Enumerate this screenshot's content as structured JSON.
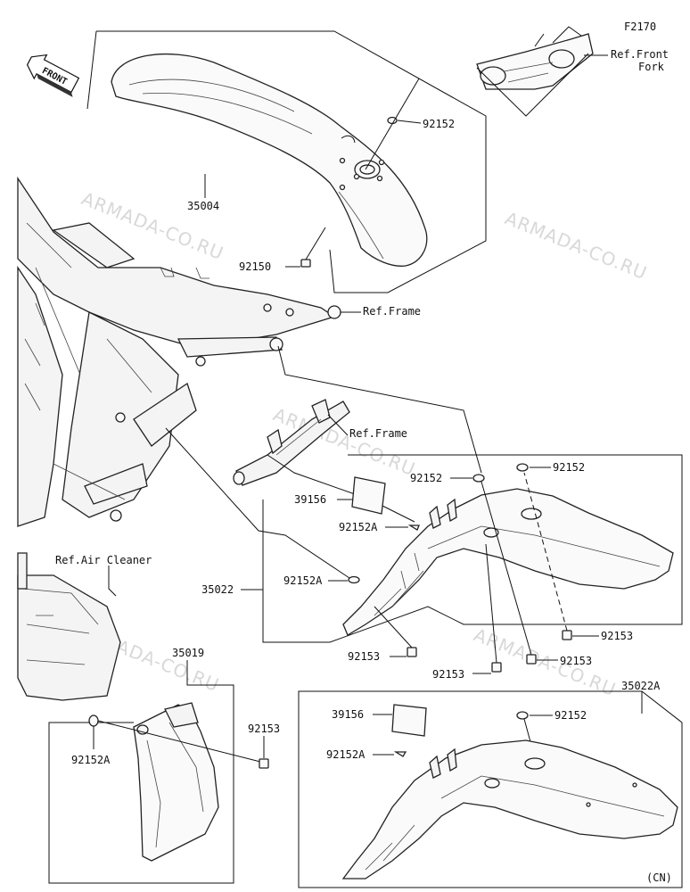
{
  "diagram_code": "F2170",
  "front_arrow": "FRONT",
  "region_tag": "(CN)",
  "watermark": "ARMADA-CO.RU",
  "labels": {
    "ref_front_fork": "Ref.Front\nFork",
    "ref_frame_1": "Ref.Frame",
    "ref_frame_2": "Ref.Frame",
    "ref_air_cleaner": "Ref.Air Cleaner",
    "p35004": "35004",
    "p92152_top": "92152",
    "p92150": "92150",
    "p39156_a": "39156",
    "p92152_mid_l": "92152",
    "p92152_mid_r": "92152",
    "p92152A_1": "92152A",
    "p92152A_2": "92152A",
    "p35022": "35022",
    "p92153_a": "92153",
    "p92153_b": "92153",
    "p92153_c": "92153",
    "p92153_d": "92153",
    "p35019": "35019",
    "p92153_e": "92153",
    "p92152A_3": "92152A",
    "p35022A": "35022A",
    "p39156_b": "39156",
    "p92152_low": "92152",
    "p92152A_4": "92152A"
  },
  "colors": {
    "line": "#111111",
    "watermark": "#d8d8d8",
    "background": "#ffffff"
  }
}
